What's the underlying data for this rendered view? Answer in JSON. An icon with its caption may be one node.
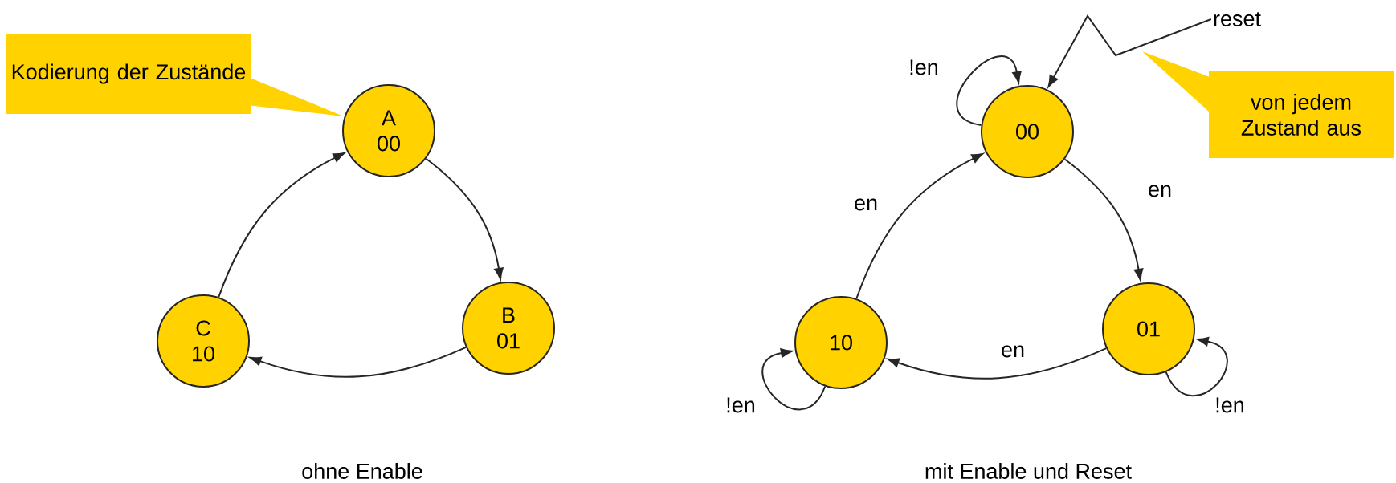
{
  "diagram": {
    "nodes": [
      {
        "text": [
          "Kodierung der Zustände"
        ]
      },
      {
        "text": [
          "A",
          "00"
        ]
      },
      {
        "text": [
          "B",
          "01"
        ]
      },
      {
        "text": [
          "C",
          "10"
        ]
      },
      {
        "text": [
          "reset"
        ]
      },
      {
        "text": [
          "von jedem Zustand aus"
        ]
      },
      {
        "text": [
          "00"
        ]
      },
      {
        "text": [
          "01"
        ]
      },
      {
        "text": [
          "10"
        ]
      }
    ],
    "edges": [
      {
        "from": 1,
        "to": 2,
        "arrow": "to"
      },
      {
        "from": 2,
        "to": 3,
        "arrow": "to"
      },
      {
        "from": 3,
        "to": 1,
        "arrow": "to"
      },
      {
        "from": 4,
        "to": 6,
        "arrow": "to"
      },
      {
        "from": 6,
        "to": 6,
        "arrow": "to",
        "label": "!en"
      },
      {
        "from": 6,
        "to": 7,
        "arrow": "to",
        "label": "en"
      },
      {
        "from": 7,
        "to": 7,
        "arrow": "to",
        "label": "!en"
      },
      {
        "from": 7,
        "to": 8,
        "arrow": "to",
        "label": "en"
      },
      {
        "from": 8,
        "to": 8,
        "arrow": "to",
        "label": "!en"
      },
      {
        "from": 8,
        "to": 6,
        "arrow": "to",
        "label": "en"
      }
    ],
    "labels": [
      "ohne Enable",
      "mit Enable und Reset"
    ]
  }
}
